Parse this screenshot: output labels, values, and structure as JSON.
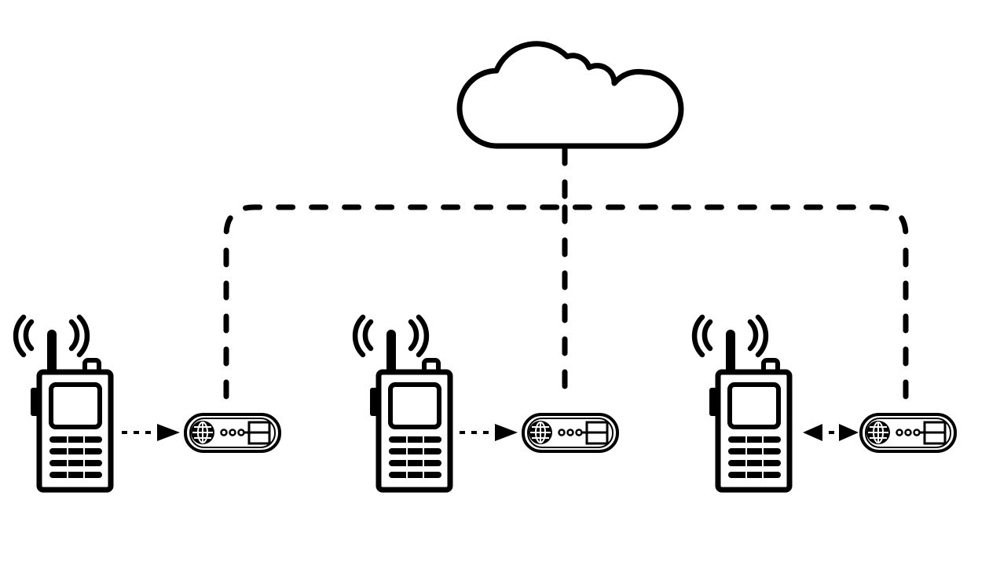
{
  "diagram": {
    "type": "network-topology",
    "background_color": "#ffffff",
    "stroke_color": "#000000",
    "nodes": [
      {
        "id": "cloud",
        "kind": "cloud",
        "icon": "cloud-icon"
      },
      {
        "id": "radio-1",
        "kind": "two-way-radio",
        "icon": "walkie-talkie-icon"
      },
      {
        "id": "gateway-1",
        "kind": "network-gateway",
        "icon": "gateway-device-icon"
      },
      {
        "id": "radio-2",
        "kind": "two-way-radio",
        "icon": "walkie-talkie-icon"
      },
      {
        "id": "gateway-2",
        "kind": "network-gateway",
        "icon": "gateway-device-icon"
      },
      {
        "id": "radio-3",
        "kind": "two-way-radio",
        "icon": "walkie-talkie-icon"
      },
      {
        "id": "gateway-3",
        "kind": "network-gateway",
        "icon": "gateway-device-icon"
      }
    ],
    "edges": [
      {
        "from": "radio-1",
        "to": "gateway-1",
        "style": "dotted",
        "direction": "forward"
      },
      {
        "from": "radio-2",
        "to": "gateway-2",
        "style": "dotted",
        "direction": "forward"
      },
      {
        "from": "radio-3",
        "to": "gateway-3",
        "style": "dotted",
        "direction": "bidirectional"
      },
      {
        "from": "gateway-1",
        "to": "cloud",
        "style": "dashed",
        "direction": "none"
      },
      {
        "from": "gateway-2",
        "to": "cloud",
        "style": "dashed",
        "direction": "none"
      },
      {
        "from": "gateway-3",
        "to": "cloud",
        "style": "dashed",
        "direction": "none"
      }
    ]
  }
}
